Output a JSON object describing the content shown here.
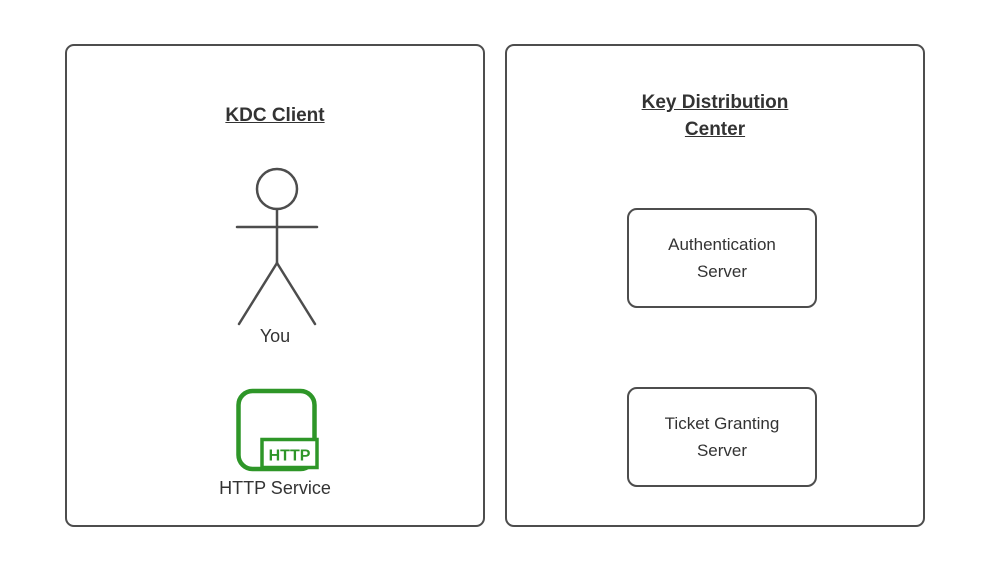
{
  "colors": {
    "shape_border": "#4d4d4d",
    "text": "#333333",
    "accent_green": "#2e9628"
  },
  "client_panel": {
    "title": "KDC Client",
    "actor_icon": "person-icon",
    "actor_label": "You",
    "service_icon": "http-service-icon",
    "service_icon_text": "HTTP",
    "service_label": "HTTP Service"
  },
  "kdc_panel": {
    "title": "Key Distribution Center",
    "nodes": [
      {
        "label": "Authentication Server"
      },
      {
        "label": "Ticket Granting Server"
      }
    ]
  }
}
